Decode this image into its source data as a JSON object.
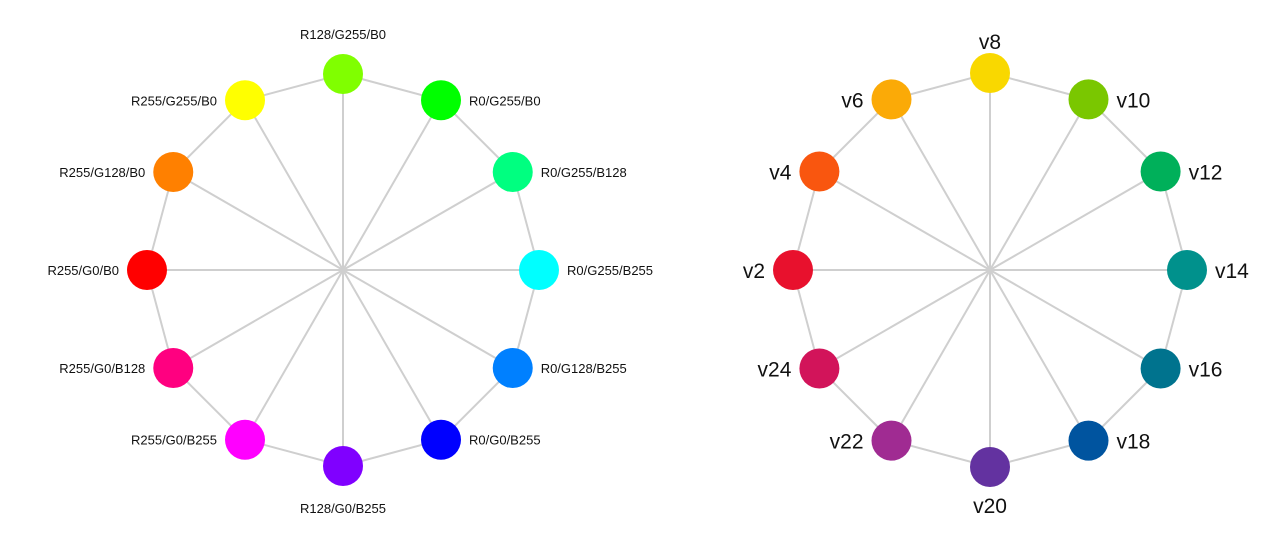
{
  "wheels": [
    {
      "id": "rgb-wheel",
      "label_style": "rgb",
      "colors": [
        {
          "label": "R128/G255/B0",
          "color": "#80ff00"
        },
        {
          "label": "R0/G255/B0",
          "color": "#00ff00"
        },
        {
          "label": "R0/G255/B128",
          "color": "#00ff80"
        },
        {
          "label": "R0/G255/B255",
          "color": "#00ffff"
        },
        {
          "label": "R0/G128/B255",
          "color": "#0080ff"
        },
        {
          "label": "R0/G0/B255",
          "color": "#0000ff"
        },
        {
          "label": "R128/G0/B255",
          "color": "#8000ff"
        },
        {
          "label": "R255/G0/B255",
          "color": "#ff00ff"
        },
        {
          "label": "R255/G0/B128",
          "color": "#ff0080"
        },
        {
          "label": "R255/G0/B0",
          "color": "#ff0000"
        },
        {
          "label": "R255/G128/B0",
          "color": "#ff8000"
        },
        {
          "label": "R255/G255/B0",
          "color": "#ffff00"
        }
      ]
    },
    {
      "id": "v-wheel",
      "label_style": "v",
      "colors": [
        {
          "label": "v8",
          "color": "#f9d800"
        },
        {
          "label": "v10",
          "color": "#7ac700"
        },
        {
          "label": "v12",
          "color": "#00b05a"
        },
        {
          "label": "v14",
          "color": "#00918c"
        },
        {
          "label": "v16",
          "color": "#00738e"
        },
        {
          "label": "v18",
          "color": "#00549f"
        },
        {
          "label": "v20",
          "color": "#6332a0"
        },
        {
          "label": "v22",
          "color": "#a02b92"
        },
        {
          "label": "v24",
          "color": "#d2145a"
        },
        {
          "label": "v2",
          "color": "#e8112d"
        },
        {
          "label": "v4",
          "color": "#f9560f"
        },
        {
          "label": "v6",
          "color": "#fbaa07"
        }
      ]
    }
  ]
}
